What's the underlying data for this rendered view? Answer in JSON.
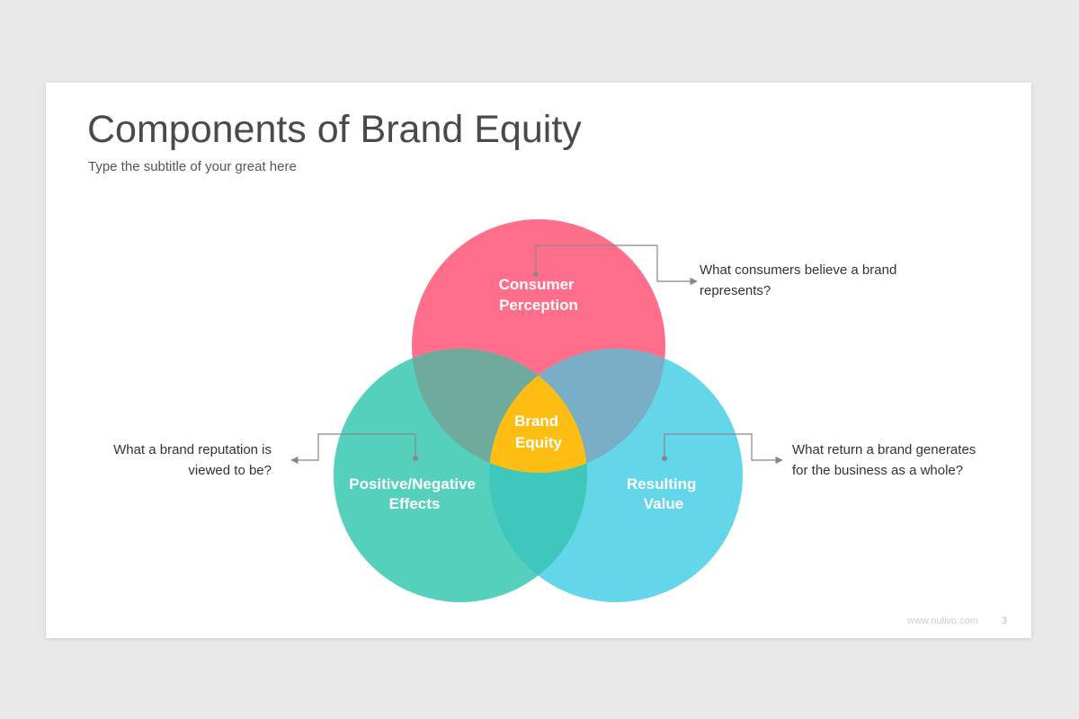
{
  "slide": {
    "title": "Components of Brand Equity",
    "subtitle": "Type the subtitle of your great here",
    "footer": "www.nulivo.com",
    "page_number": "3"
  },
  "diagram": {
    "circles": [
      {
        "name": "consumer-perception",
        "label_lines": [
          "Consumer",
          "Perception"
        ],
        "color": "#ff6f8c"
      },
      {
        "name": "positive-negative-effects",
        "label_lines": [
          "Positive/Negative",
          "Effects"
        ],
        "color": "#55d0bd"
      },
      {
        "name": "resulting-value",
        "label_lines": [
          "Resulting",
          "Value"
        ],
        "color": "#64d6ea"
      }
    ],
    "center": {
      "label_lines": [
        "Brand",
        "Equity"
      ],
      "color": "#fdbd12"
    },
    "overlap_colors": {
      "perception_effects": "#6eab9c",
      "perception_value": "#78afc7",
      "effects_value": "#40c7bd"
    },
    "connector_color": "#888888",
    "notes": {
      "perception": [
        "What consumers believe a brand",
        "represents?"
      ],
      "effects": [
        "What a brand reputation is",
        "viewed to be?"
      ],
      "value": [
        "What return a brand generates",
        "for the business as a whole?"
      ]
    }
  }
}
